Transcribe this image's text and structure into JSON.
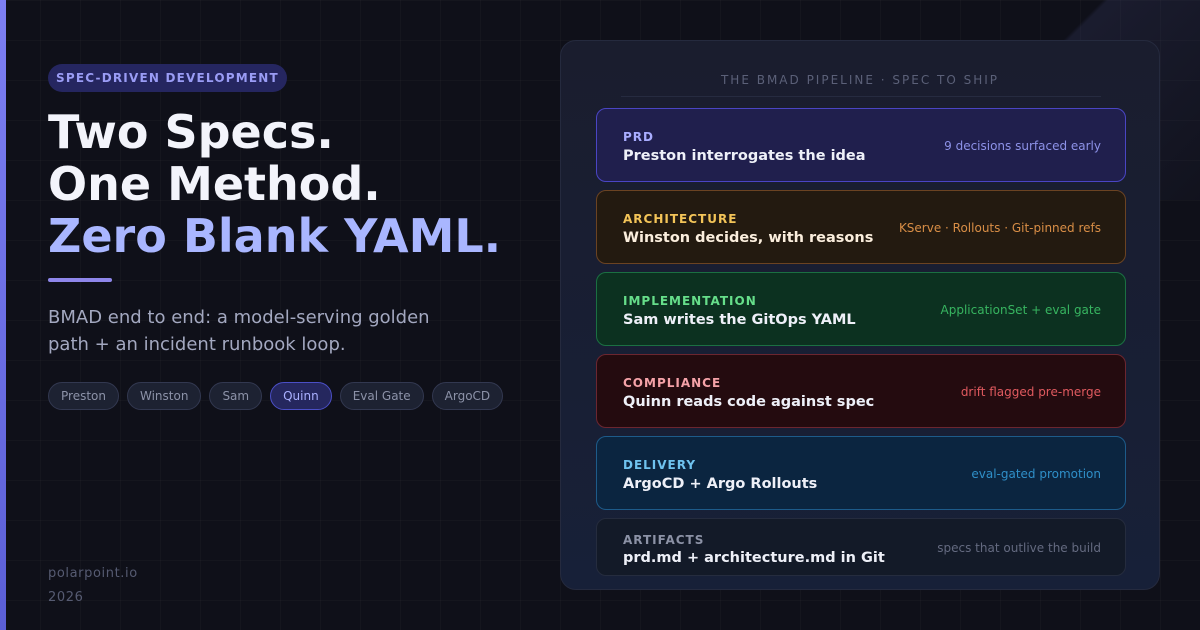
{
  "eyebrow": "SPEC-DRIVEN DEVELOPMENT",
  "headline": {
    "line1": "Two Specs.",
    "line2": "One Method.",
    "line3": "Zero Blank YAML."
  },
  "subtitle": "BMAD end to end: a model-serving golden path + an incident runbook loop.",
  "chips": [
    {
      "label": "Preston",
      "active": false
    },
    {
      "label": "Winston",
      "active": false
    },
    {
      "label": "Sam",
      "active": false
    },
    {
      "label": "Quinn",
      "active": true
    },
    {
      "label": "Eval Gate",
      "active": false
    },
    {
      "label": "ArgoCD",
      "active": false
    }
  ],
  "footer": {
    "site": "polarpoint.io",
    "year": "2026"
  },
  "pipeline": {
    "title": "THE BMAD PIPELINE · SPEC TO SHIP",
    "stages": [
      {
        "label": "PRD",
        "description": "Preston interrogates the idea",
        "note": "9 decisions surfaced early"
      },
      {
        "label": "ARCHITECTURE",
        "description": "Winston decides, with reasons",
        "note": "KServe · Rollouts · Git-pinned refs"
      },
      {
        "label": "IMPLEMENTATION",
        "description": "Sam writes the GitOps YAML",
        "note": "ApplicationSet + eval gate"
      },
      {
        "label": "COMPLIANCE",
        "description": "Quinn reads code against spec",
        "note": "drift flagged pre-merge"
      },
      {
        "label": "DELIVERY",
        "description": "ArgoCD + Argo Rollouts",
        "note": "eval-gated promotion"
      },
      {
        "label": "ARTIFACTS",
        "description": "prd.md + architecture.md in Git",
        "note": "specs that outlive the build"
      }
    ]
  },
  "colors": {
    "accent": "#7d7ff2",
    "headline_highlight": "#a9b6ff",
    "background": "#0f1019"
  }
}
